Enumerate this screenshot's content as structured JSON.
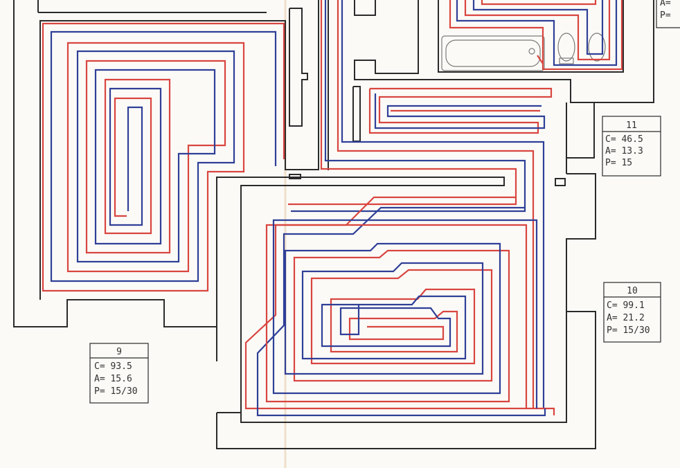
{
  "loops": [
    {
      "id": "9",
      "c": "C= 93.5",
      "a": "A= 15.6",
      "p": "P= 15/30"
    },
    {
      "id": "10",
      "c": "C= 99.1",
      "a": "A= 21.2",
      "p": "P= 15/30"
    },
    {
      "id": "11",
      "c": "C= 46.5",
      "a": "A= 13.3",
      "p": "P= 15"
    }
  ],
  "partial_box": {
    "line1": "A=",
    "line2": "P="
  },
  "colors": {
    "supply": "#d9453f",
    "return": "#2f3f97",
    "walls": "#2a2a2a"
  }
}
